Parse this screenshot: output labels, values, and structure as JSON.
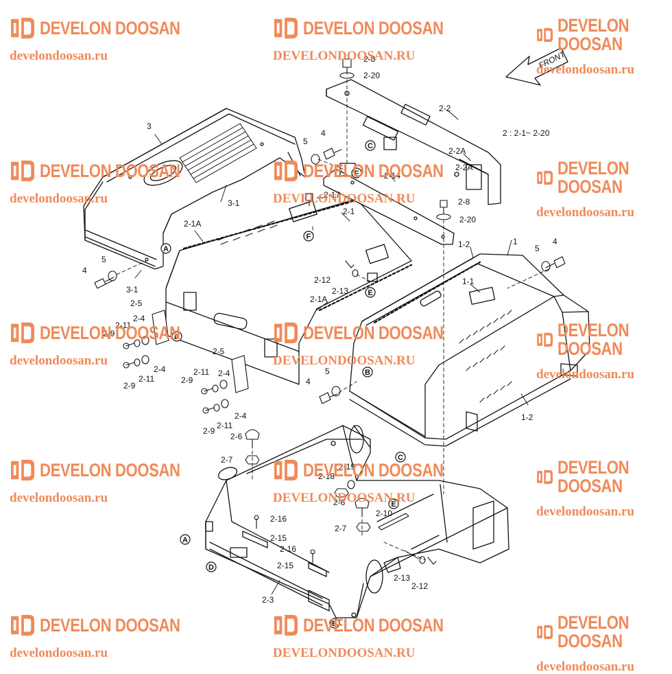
{
  "watermark": {
    "brand": "DEVELON DOOSAN",
    "site_lower": "develondoosan.ru",
    "site_upper": "DEVELONDOOSAN.RU",
    "color": "#f08a58"
  },
  "front_arrow": {
    "label": "FRONT"
  },
  "note": "2 : 2-1~ 2-20",
  "part_labels": [
    "1",
    "1-1",
    "1-2",
    "1-2",
    "2-1",
    "2-1A",
    "2-1A",
    "2-2",
    "2-2A",
    "2-2A",
    "2-3",
    "2-4",
    "2-4",
    "2-4",
    "2-4",
    "2-5",
    "2-5",
    "2-6",
    "2-6",
    "2-7",
    "2-7",
    "2-8",
    "2-8",
    "2-9",
    "2-9",
    "2-9",
    "2-9",
    "2-10",
    "2-11",
    "2-11",
    "2-11",
    "2-11",
    "2-12",
    "2-12",
    "2-13",
    "2-13",
    "2-14",
    "2-15",
    "2-15",
    "2-16",
    "2-16",
    "2-17",
    "2-18",
    "2-19",
    "2-20",
    "2-20",
    "3",
    "3-1",
    "3-1",
    "4",
    "4",
    "4",
    "4",
    "5",
    "5",
    "5",
    "5"
  ],
  "callouts": [
    "A",
    "A",
    "B",
    "B",
    "C",
    "C",
    "D",
    "D",
    "E",
    "E",
    "F",
    "F"
  ]
}
